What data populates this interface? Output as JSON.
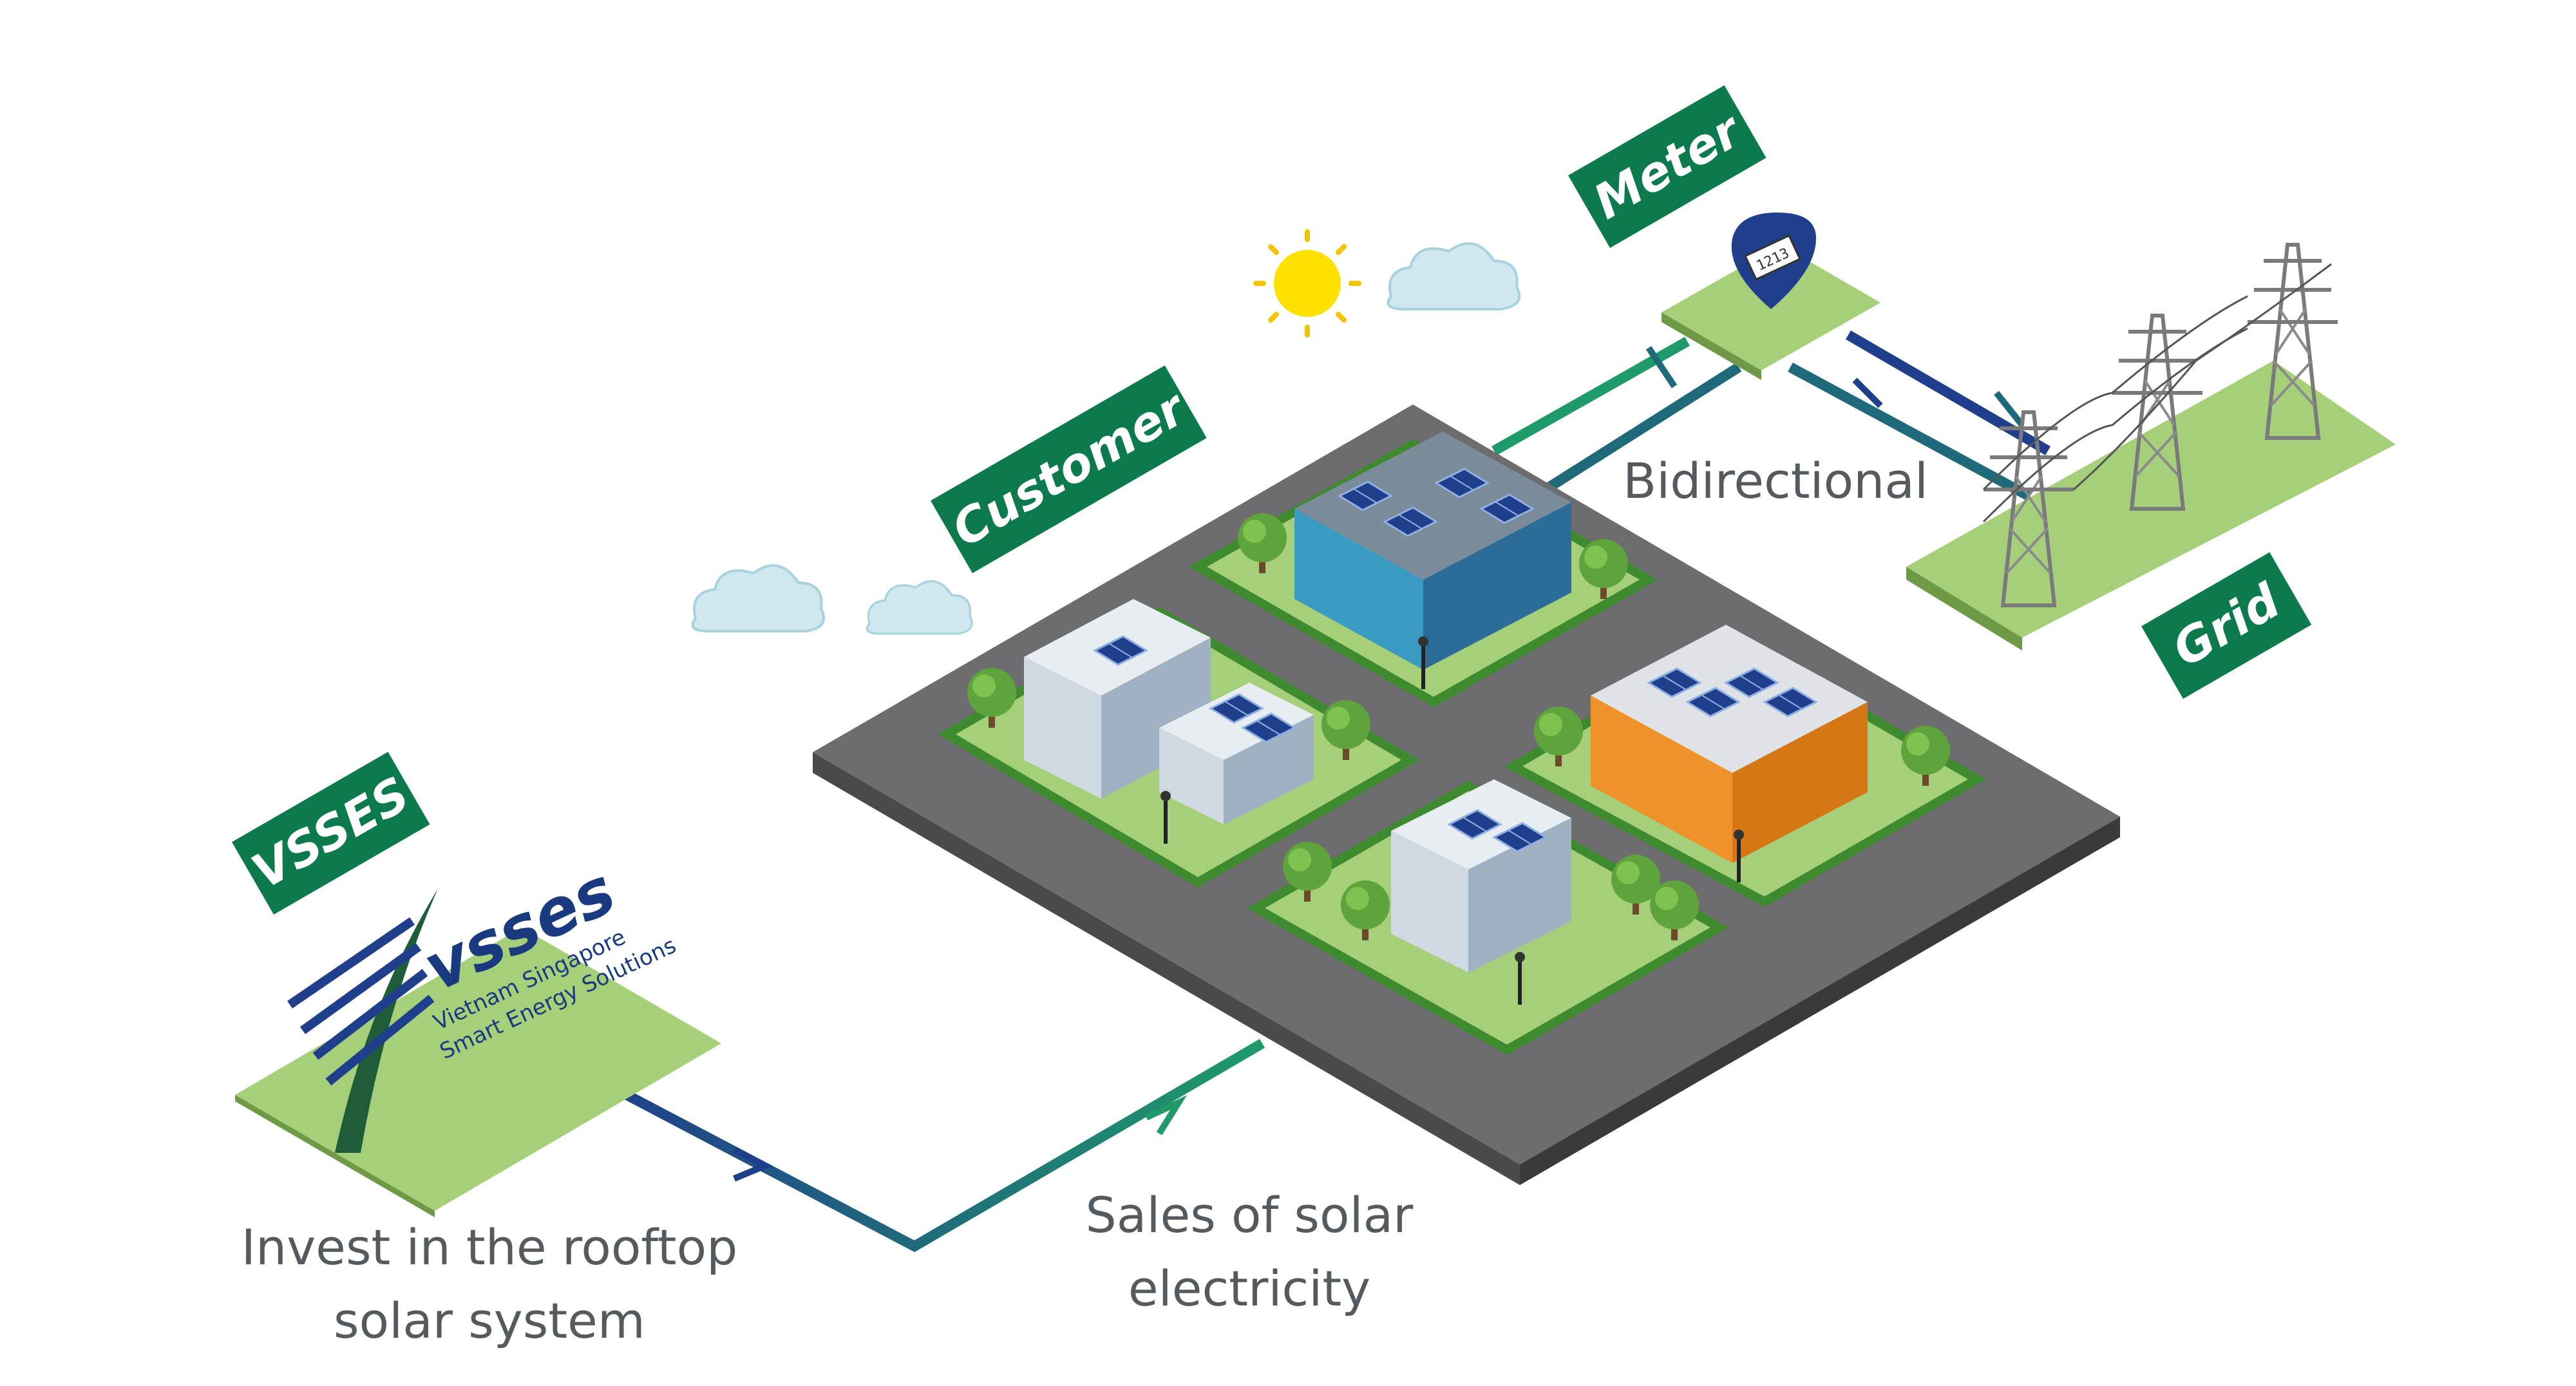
{
  "labels": {
    "vsses": "VSSES",
    "customer": "Customer",
    "meter": "Meter",
    "grid": "Grid"
  },
  "logo": {
    "wordmark": "vsses",
    "line1": "Vietnam Singapore",
    "line2": "Smart Energy Solutions"
  },
  "captions": {
    "invest": [
      "Invest in the rooftop",
      "solar system"
    ],
    "sales": [
      "Sales of solar",
      "electricity"
    ],
    "bidirectional": "Bidirectional"
  },
  "meter_display": "1213",
  "colors": {
    "label_green": "#0c7a4d",
    "pad_green": "#a6cf7a",
    "arrow_blue": "#1f3e8c",
    "arrow_green": "#1f9a6a",
    "asphalt": "#6d6d6f",
    "sun": "#ffe100",
    "cloud": "#cfe7ee",
    "text_gray": "#555a5e"
  },
  "icons": [
    "sun-icon",
    "cloud-icon",
    "meter-icon",
    "pylon-icon",
    "tree-icon",
    "solar-panel-icon",
    "building-icon"
  ]
}
